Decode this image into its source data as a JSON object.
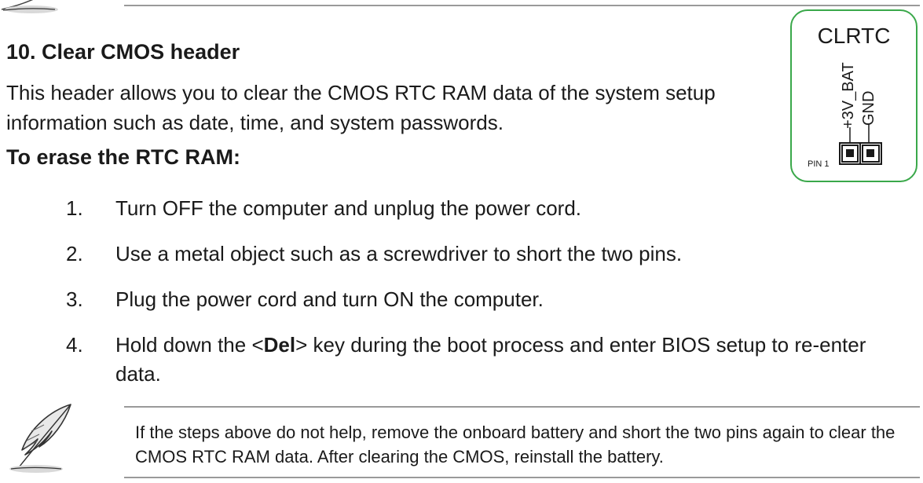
{
  "section": {
    "title": "10. Clear CMOS header",
    "description": "This header allows you to clear the CMOS RTC RAM data of the system setup information such as date, time, and system passwords.",
    "subheading": "To erase the RTC RAM:"
  },
  "steps": [
    {
      "num": "1.",
      "text": "Turn OFF the computer and unplug the power cord."
    },
    {
      "num": "2.",
      "text": "Use a metal object such as a screwdriver to short the two pins."
    },
    {
      "num": "3.",
      "text": "Plug the power cord and turn ON the computer."
    },
    {
      "num": "4.",
      "text_before": "Hold down the <",
      "key": "Del",
      "text_after": "> key during the boot process and enter BIOS setup to re-enter data."
    }
  ],
  "note": {
    "text": "If the steps above do not help, remove the onboard battery and short the two pins again to clear the CMOS RTC RAM data. After clearing the CMOS, reinstall the battery."
  },
  "diagram": {
    "title": "CLRTC",
    "pin_labels": [
      "+3V_BAT",
      "GND"
    ],
    "pin1_label": "PIN 1",
    "border_color": "#3aa84a"
  },
  "icons": [
    "feather-pen-icon",
    "feather-pen-icon"
  ]
}
